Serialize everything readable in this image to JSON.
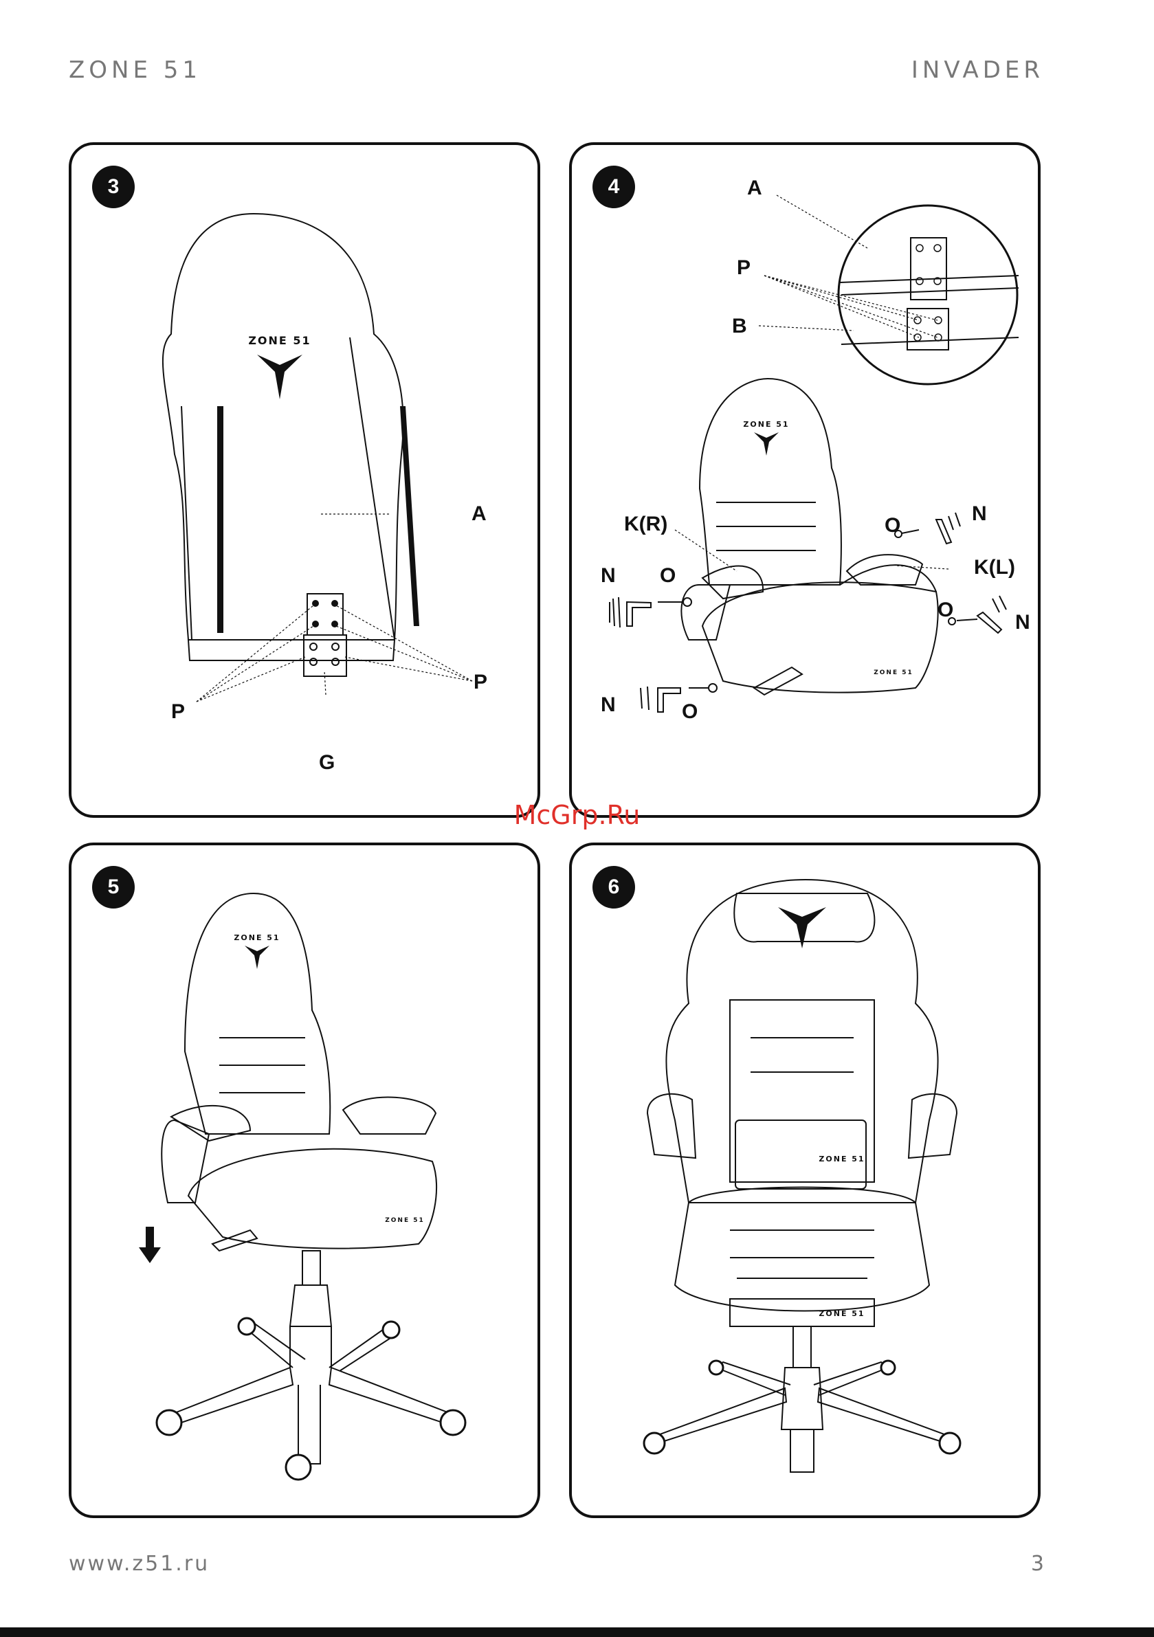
{
  "header": {
    "brand": "ZONE 51",
    "model": "INVADER"
  },
  "panels": {
    "p3": {
      "step": "3",
      "labels": {
        "a": "A",
        "p_left": "P",
        "p_right": "P",
        "g": "G"
      },
      "logo": "ZONE 51"
    },
    "p4": {
      "step": "4",
      "labels": {
        "a": "A",
        "p": "P",
        "b": "B",
        "kr": "K(R)",
        "kl": "K(L)",
        "n1": "N",
        "o1": "O",
        "o2": "O",
        "n2": "N",
        "o3": "O",
        "n3": "N",
        "n4": "N",
        "o4": "O"
      },
      "logo": "ZONE 51",
      "seat_logo": "ZONE 51"
    },
    "p5": {
      "step": "5",
      "logo": "ZONE 51",
      "seat_logo": "ZONE 51"
    },
    "p6": {
      "step": "6",
      "pillow_logo": "ZONE 51",
      "seat_logo": "ZONE 51"
    }
  },
  "watermark": "McGrp.Ru",
  "footer": {
    "url": "www.z51.ru",
    "page": "3"
  }
}
